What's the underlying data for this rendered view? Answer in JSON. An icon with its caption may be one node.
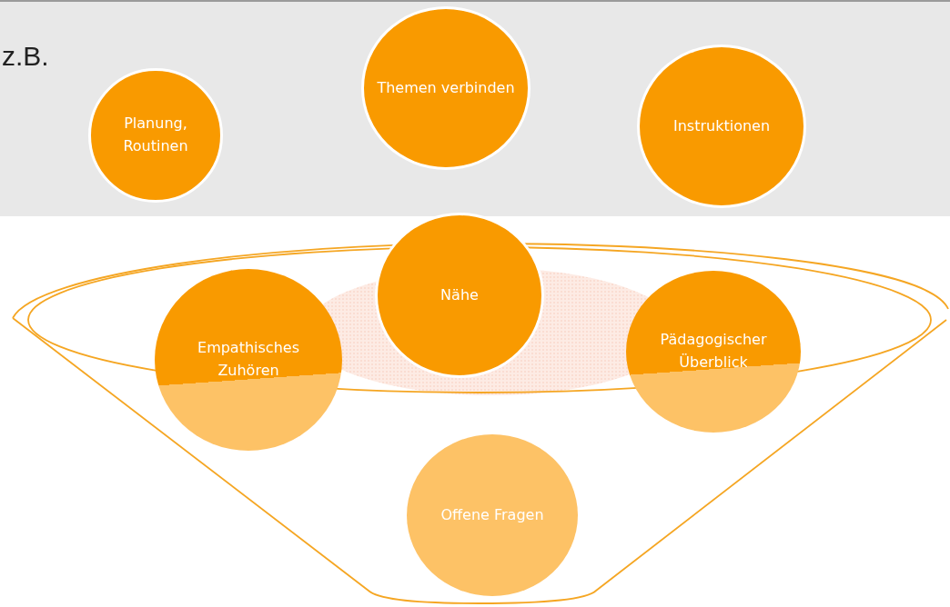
{
  "diagram": {
    "nodes": [
      {
        "text": [
          "Planung, Routinen"
        ]
      },
      {
        "text": [
          "Themen verbinden"
        ]
      },
      {
        "text": [
          "Instruktionen"
        ]
      },
      {
        "text": [
          "Nähe"
        ]
      },
      {
        "text": [
          "Empathisches Zuhören"
        ]
      },
      {
        "text": [
          "Pädagogischer Überblick"
        ]
      },
      {
        "text": [
          "Offene Fragen"
        ]
      }
    ],
    "edges": [],
    "labels": [
      "z.B."
    ]
  }
}
